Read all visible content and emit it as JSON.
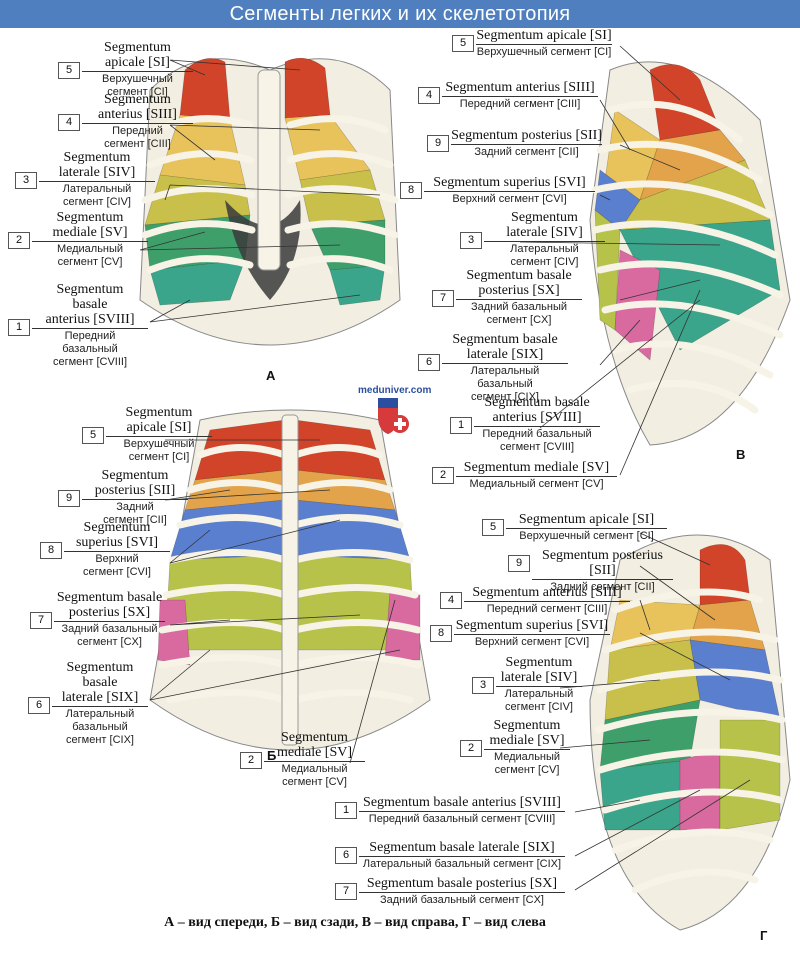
{
  "title": "Сегменты легких и их скелетотопия",
  "caption": "А – вид спереди, Б – вид сзади, В – вид справа, Г – вид слева",
  "views": {
    "a": "А",
    "b": "Б",
    "v": "В",
    "g": "Г"
  },
  "logo": {
    "site": "meduniver.com"
  },
  "colors": {
    "apical": "#d2442a",
    "anterior": "#e8c25a",
    "posterior": "#e3a34b",
    "superior": "#5b7fcf",
    "lateral": "#c8c04a",
    "medial": "#3f9f6a",
    "basal_anterior": "#3aa58a",
    "basal_lateral": "#d96aa0",
    "basal_posterior": "#b7c24a",
    "banner": "#4f7fbf",
    "rib": "#f2efe2"
  },
  "labels_a": [
    {
      "num": "5",
      "lat": [
        "Segmentum",
        "apicale [SI]"
      ],
      "ru": [
        "Верхушечный",
        "сегмент [CI]"
      ]
    },
    {
      "num": "4",
      "lat": [
        "Segmentum",
        "anterius [SIII]"
      ],
      "ru": [
        "Передний",
        "сегмент [CIII]"
      ]
    },
    {
      "num": "3",
      "lat": [
        "Segmentum",
        "laterale [SIV]"
      ],
      "ru": [
        "Латеральный",
        "сегмент [CIV]"
      ]
    },
    {
      "num": "2",
      "lat": [
        "Segmentum",
        "mediale [SV]"
      ],
      "ru": [
        "Медиальный",
        "сегмент [CV]"
      ]
    },
    {
      "num": "1",
      "lat": [
        "Segmentum",
        "basale",
        "anterius [SVIII]"
      ],
      "ru": [
        "Передний",
        "базальный",
        "сегмент [CVIII]"
      ]
    }
  ],
  "labels_v": [
    {
      "num": "5",
      "lat": [
        "Segmentum apicale [SI]"
      ],
      "ru": [
        "Верхушечный сегмент [CI]"
      ]
    },
    {
      "num": "4",
      "lat": [
        "Segmentum anterius [SIII]"
      ],
      "ru": [
        "Передний сегмент [CIII]"
      ]
    },
    {
      "num": "9",
      "lat": [
        "Segmentum posterius [SII]"
      ],
      "ru": [
        "Задний сегмент [CII]"
      ]
    },
    {
      "num": "8",
      "lat": [
        "Segmentum superius [SVI]"
      ],
      "ru": [
        "Верхний сегмент [CVI]"
      ]
    },
    {
      "num": "3",
      "lat": [
        "Segmentum",
        "laterale [SIV]"
      ],
      "ru": [
        "Латеральный",
        "сегмент [CIV]"
      ]
    },
    {
      "num": "7",
      "lat": [
        "Segmentum basale",
        "posterius [SX]"
      ],
      "ru": [
        "Задний базальный",
        "сегмент [CX]"
      ]
    },
    {
      "num": "6",
      "lat": [
        "Segmentum basale",
        "laterale [SIX]"
      ],
      "ru": [
        "Латеральный базальный",
        "сегмент [CIX]"
      ]
    },
    {
      "num": "1",
      "lat": [
        "Segmentum basale",
        "anterius [SVIII]"
      ],
      "ru": [
        "Передний базальный",
        "сегмент [CVIII]"
      ]
    },
    {
      "num": "2",
      "lat": [
        "Segmentum mediale [SV]"
      ],
      "ru": [
        "Медиальный сегмент [CV]"
      ]
    }
  ],
  "labels_b": [
    {
      "num": "5",
      "lat": [
        "Segmentum",
        "apicale [SI]"
      ],
      "ru": [
        "Верхушечный",
        "сегмент [CI]"
      ]
    },
    {
      "num": "9",
      "lat": [
        "Segmentum",
        "posterius [SII]"
      ],
      "ru": [
        "Задний",
        "сегмент [CII]"
      ]
    },
    {
      "num": "8",
      "lat": [
        "Segmentum",
        "superius [SVI]"
      ],
      "ru": [
        "Верхний",
        "сегмент [CVI]"
      ]
    },
    {
      "num": "7",
      "lat": [
        "Segmentum basale",
        "posterius [SX]"
      ],
      "ru": [
        "Задний базальный",
        "сегмент [CX]"
      ]
    },
    {
      "num": "6",
      "lat": [
        "Segmentum",
        "basale",
        "laterale [SIX]"
      ],
      "ru": [
        "Латеральный",
        "базальный",
        "сегмент [CIX]"
      ]
    },
    {
      "num": "2",
      "lat": [
        "Segmentum",
        "mediale [SV]"
      ],
      "ru": [
        "Медиальный",
        "сегмент [CV]"
      ]
    }
  ],
  "labels_g": [
    {
      "num": "5",
      "lat": [
        "Segmentum apicale [SI]"
      ],
      "ru": [
        "Верхушечный сегмент [CI]"
      ]
    },
    {
      "num": "9",
      "lat": [
        "Segmentum posterius [SII]"
      ],
      "ru": [
        "Задний сегмент [CII]"
      ]
    },
    {
      "num": "4",
      "lat": [
        "Segmentum anterius [SIII]"
      ],
      "ru": [
        "Передний сегмент [CIII]"
      ]
    },
    {
      "num": "8",
      "lat": [
        "Segmentum superius [SVI]"
      ],
      "ru": [
        "Верхний сегмент [CVI]"
      ]
    },
    {
      "num": "3",
      "lat": [
        "Segmentum",
        "laterale [SIV]"
      ],
      "ru": [
        "Латеральный",
        "сегмент [CIV]"
      ]
    },
    {
      "num": "2",
      "lat": [
        "Segmentum",
        "mediale [SV]"
      ],
      "ru": [
        "Медиальный",
        "сегмент [CV]"
      ]
    },
    {
      "num": "1",
      "lat": [
        "Segmentum basale anterius [SVIII]"
      ],
      "ru": [
        "Передний базальный сегмент [CVIII]"
      ]
    },
    {
      "num": "6",
      "lat": [
        "Segmentum basale laterale [SIX]"
      ],
      "ru": [
        "Латеральный базальный сегмент [CIX]"
      ]
    },
    {
      "num": "7",
      "lat": [
        "Segmentum basale posterius [SX]"
      ],
      "ru": [
        "Задний базальный сегмент [CX]"
      ]
    }
  ]
}
